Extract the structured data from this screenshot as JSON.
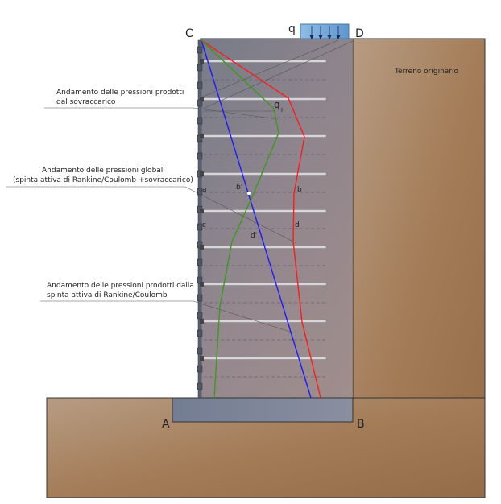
{
  "labels": {
    "corner_c": "C",
    "corner_d": "D",
    "corner_a": "A",
    "corner_b": "B",
    "load_q": "q",
    "qh": "q",
    "qh_sub": "h",
    "terrain": "Terreno originario",
    "pt_a": "a",
    "pt_b": "b",
    "pt_b_prime": "b'",
    "pt_c": "c",
    "pt_d": "d",
    "pt_d_prime": "d'"
  },
  "annotations": {
    "surcharge_line1": "Andamento delle pressioni prodotti",
    "surcharge_line2": "dal sovraccarico",
    "global_line1": "Andamento delle pressioni globali",
    "global_line2": "(spinta attiva di Rankine/Coulomb +sovraccarico)",
    "rankine_line1": "Andamento delle pressioni prodotti dalla",
    "rankine_line2": "spinta attiva di Rankine/Coulomb"
  },
  "colors": {
    "rankine": "#1a1aff",
    "global": "#ff1a1a",
    "surcharge": "#3a9a1a",
    "ground": "#a27a55",
    "wall": "#7e8798",
    "load": "#6fa8dc"
  }
}
